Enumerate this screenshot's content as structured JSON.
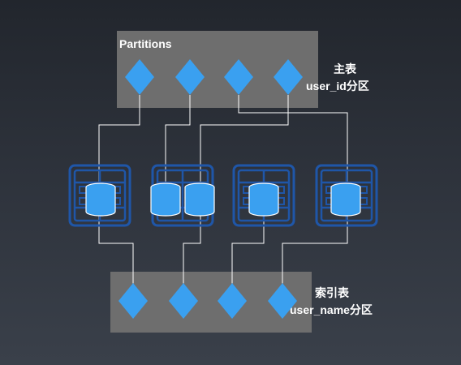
{
  "top_panel": {
    "title": "Partitions",
    "label_line1": "主表",
    "label_line2": "user_id分区"
  },
  "bottom_panel": {
    "label_line1": "索引表",
    "label_line2": "user_name分区"
  },
  "colors": {
    "diamond": "#3aa0f0",
    "server_outline": "#1f56a8",
    "db_fill": "#3aa0f0",
    "panel": "#6e6e6e",
    "line": "#ffffff"
  },
  "icons": {
    "partition": "diamond-icon",
    "server": "server-rack-icon",
    "database": "database-stack-icon"
  }
}
